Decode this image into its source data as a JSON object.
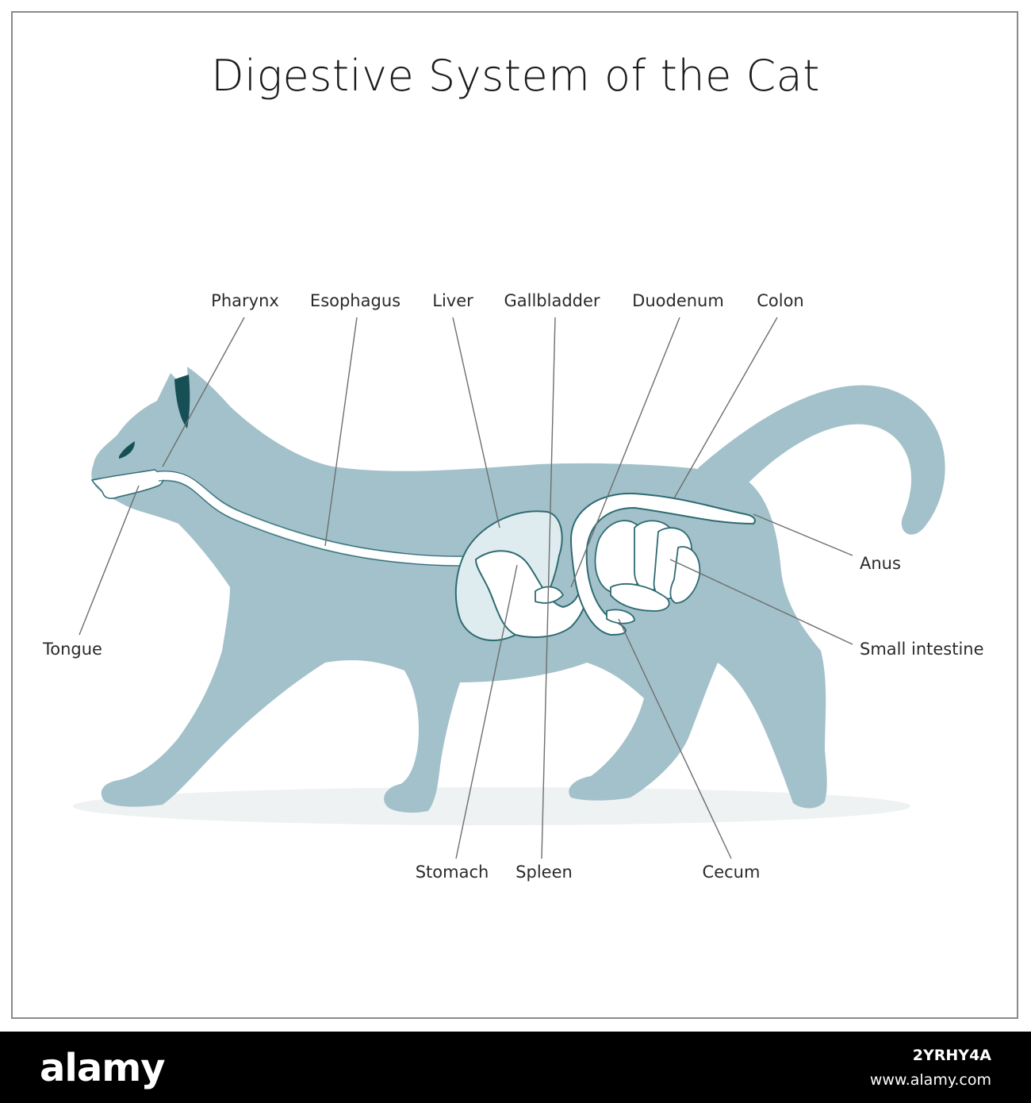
{
  "title": "Digestive System of the Cat",
  "labels": {
    "pharynx": "Pharynx",
    "esophagus": "Esophagus",
    "liver": "Liver",
    "gallbladder": "Gallbladder",
    "duodenum": "Duodenum",
    "colon": "Colon",
    "anus": "Anus",
    "small_intestine": "Small intestine",
    "tongue": "Tongue",
    "stomach": "Stomach",
    "spleen": "Spleen",
    "cecum": "Cecum"
  },
  "colors": {
    "body": "#a3c1ca",
    "organ_outline": "#2e6b72",
    "organ_fill": "#e2eef1",
    "tract": "#ffffff",
    "leader_line": "#6e6e6e",
    "ear_inner": "#174f57"
  },
  "footer": {
    "brand": "alamy",
    "image_id": "2YRHY4A",
    "url": "www.alamy.com"
  }
}
